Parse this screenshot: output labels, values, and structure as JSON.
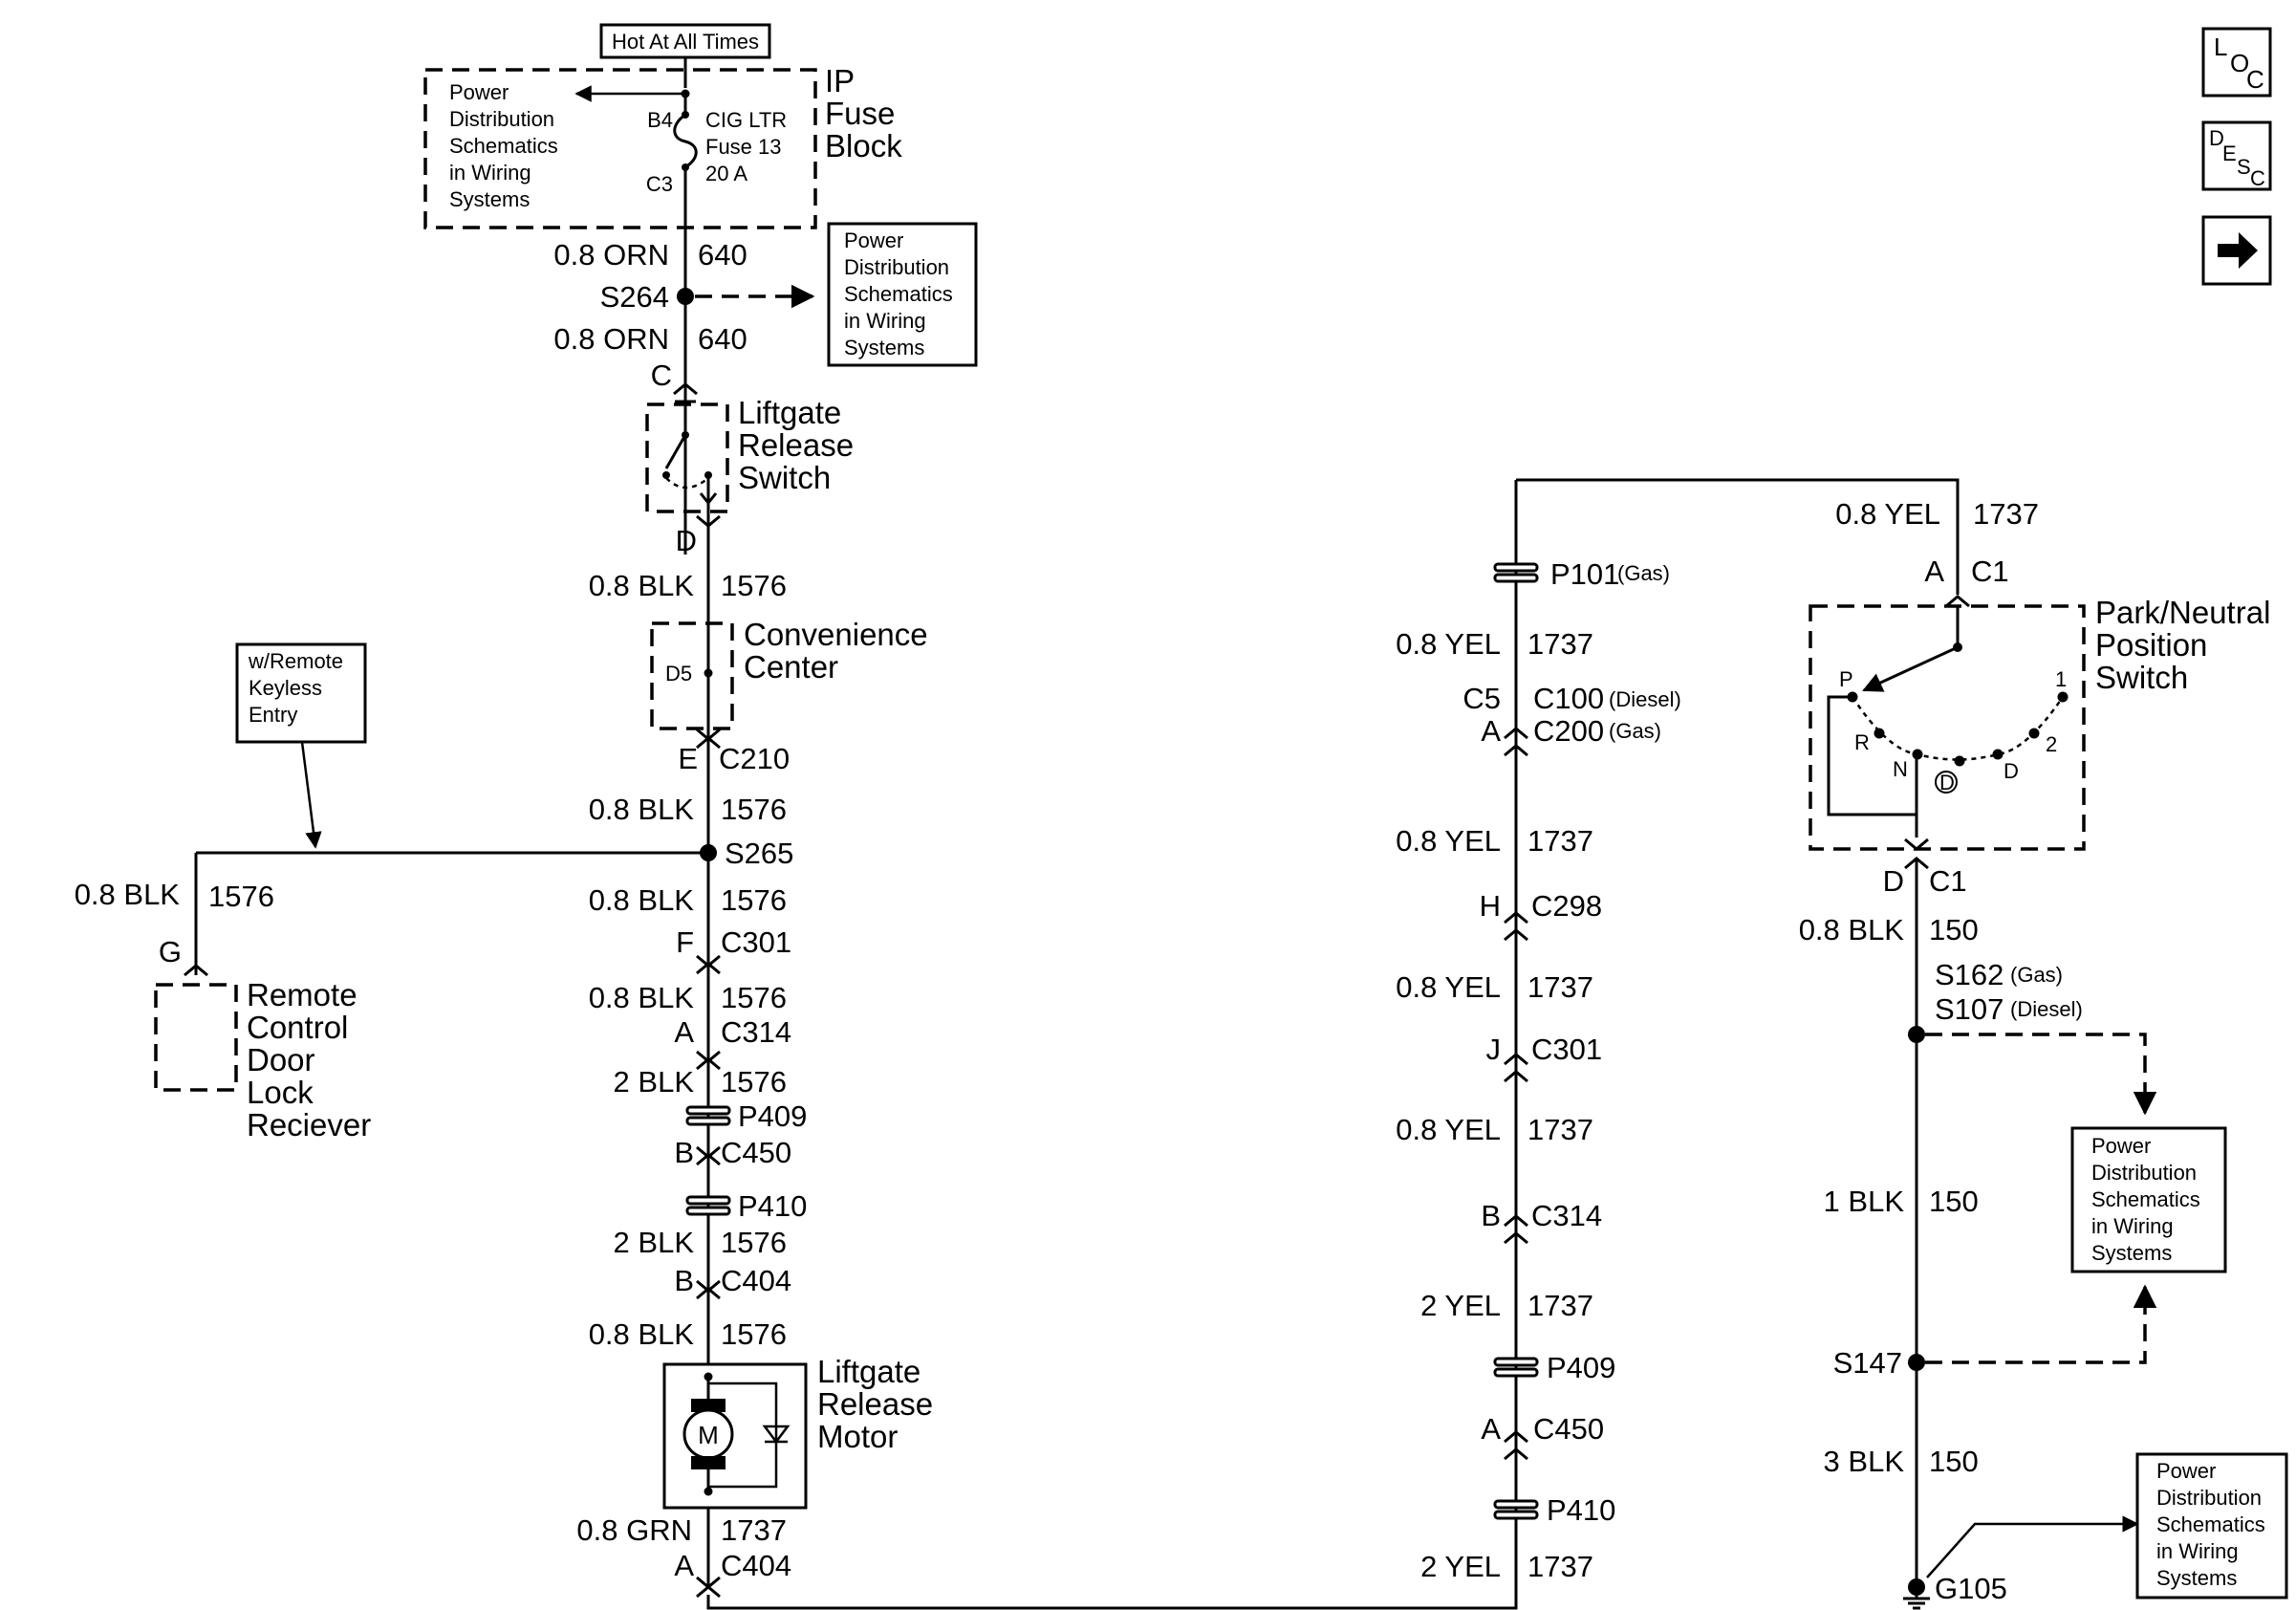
{
  "nav": {
    "loc_icon": "LOC",
    "desc_icon": "DESC",
    "next_icon": "arrow-right"
  },
  "top": {
    "hot_label": "Hot At All Times",
    "ip_block": [
      "IP",
      "Fuse",
      "Block"
    ],
    "fuse": {
      "pin_in": "B4",
      "pin_out": "C3",
      "name": [
        "CIG LTR",
        "Fuse 13",
        "20 A"
      ]
    },
    "pd_ref_1": [
      "Power",
      "Distribution",
      "Schematics",
      "in Wiring",
      "Systems"
    ],
    "pd_ref_2": [
      "Power",
      "Distribution",
      "Schematics",
      "in Wiring",
      "Systems"
    ],
    "splice_s264": "S264",
    "wire_orn_1": {
      "size_color": "0.8 ORN",
      "circuit": "640"
    },
    "wire_orn_2": {
      "size_color": "0.8 ORN",
      "circuit": "640"
    }
  },
  "left_branch": {
    "switch": {
      "name": [
        "Liftgate",
        "Release",
        "Switch"
      ],
      "pin_in": "C",
      "pin_out": "D"
    },
    "wire_1": {
      "size_color": "0.8 BLK",
      "circuit": "1576"
    },
    "convenience": {
      "name": [
        "Convenience",
        "Center"
      ],
      "terminal": "D5"
    },
    "c210": {
      "pin": "E",
      "conn": "C210"
    },
    "wire_2": {
      "size_color": "0.8 BLK",
      "circuit": "1576"
    },
    "s265": "S265",
    "keyless_note": [
      "w/Remote",
      "Keyless",
      "Entry"
    ],
    "receiver_wire": {
      "size_color": "0.8 BLK",
      "circuit": "1576"
    },
    "receiver": {
      "pin": "G",
      "name": [
        "Remote",
        "Control",
        "Door",
        "Lock",
        "Reciever"
      ]
    },
    "wire_3": {
      "size_color": "0.8 BLK",
      "circuit": "1576"
    },
    "c301": {
      "pin": "F",
      "conn": "C301"
    },
    "wire_4": {
      "size_color": "0.8 BLK",
      "circuit": "1576"
    },
    "c314": {
      "pin": "A",
      "conn": "C314"
    },
    "wire_5": {
      "size_color": "2 BLK",
      "circuit": "1576"
    },
    "p409": "P409",
    "c450": {
      "pin": "B",
      "conn": "C450"
    },
    "p410": "P410",
    "wire_6": {
      "size_color": "2 BLK",
      "circuit": "1576"
    },
    "c404_b": {
      "pin": "B",
      "conn": "C404"
    },
    "wire_7": {
      "size_color": "0.8 BLK",
      "circuit": "1576"
    },
    "motor": {
      "symbol": "M",
      "name": [
        "Liftgate",
        "Release",
        "Motor"
      ]
    },
    "wire_8": {
      "size_color": "0.8 GRN",
      "circuit": "1737"
    },
    "c404_a": {
      "pin": "A",
      "conn": "C404"
    }
  },
  "middle": {
    "p101": "P101",
    "p101_note": "(Gas)",
    "wire_1": {
      "size_color": "0.8 YEL",
      "circuit": "1737"
    },
    "c5": "C5",
    "c100": "C100",
    "c100_note": "(Diesel)",
    "a": "A",
    "c200": "C200",
    "c200_note": "(Gas)",
    "wire_2": {
      "size_color": "0.8 YEL",
      "circuit": "1737"
    },
    "c298": {
      "pin": "H",
      "conn": "C298"
    },
    "wire_3": {
      "size_color": "0.8 YEL",
      "circuit": "1737"
    },
    "c301": {
      "pin": "J",
      "conn": "C301"
    },
    "wire_4": {
      "size_color": "0.8 YEL",
      "circuit": "1737"
    },
    "c314": {
      "pin": "B",
      "conn": "C314"
    },
    "wire_5": {
      "size_color": "2 YEL",
      "circuit": "1737"
    },
    "p409": "P409",
    "c450": {
      "pin": "A",
      "conn": "C450"
    },
    "p410": "P410",
    "wire_6": {
      "size_color": "2 YEL",
      "circuit": "1737"
    }
  },
  "right": {
    "wire_top": {
      "size_color": "0.8 YEL",
      "circuit": "1737"
    },
    "c1_a": {
      "pin": "A",
      "conn": "C1"
    },
    "pn_switch": {
      "name": [
        "Park/Neutral",
        "Position",
        "Switch"
      ],
      "positions": [
        "P",
        "R",
        "N",
        "D",
        "D",
        "2",
        "1"
      ]
    },
    "c1_d": {
      "pin": "D",
      "conn": "C1"
    },
    "wire_1": {
      "size_color": "0.8 BLK",
      "circuit": "150"
    },
    "s162": "S162",
    "s162_note": "(Gas)",
    "s107": "S107",
    "s107_note": "(Diesel)",
    "pd_ref_3": [
      "Power",
      "Distribution",
      "Schematics",
      "in Wiring",
      "Systems"
    ],
    "wire_2": {
      "size_color": "1 BLK",
      "circuit": "150"
    },
    "s147": "S147",
    "wire_3": {
      "size_color": "3 BLK",
      "circuit": "150"
    },
    "pd_ref_4": [
      "Power",
      "Distribution",
      "Schematics",
      "in Wiring",
      "Systems"
    ],
    "ground": "G105"
  }
}
